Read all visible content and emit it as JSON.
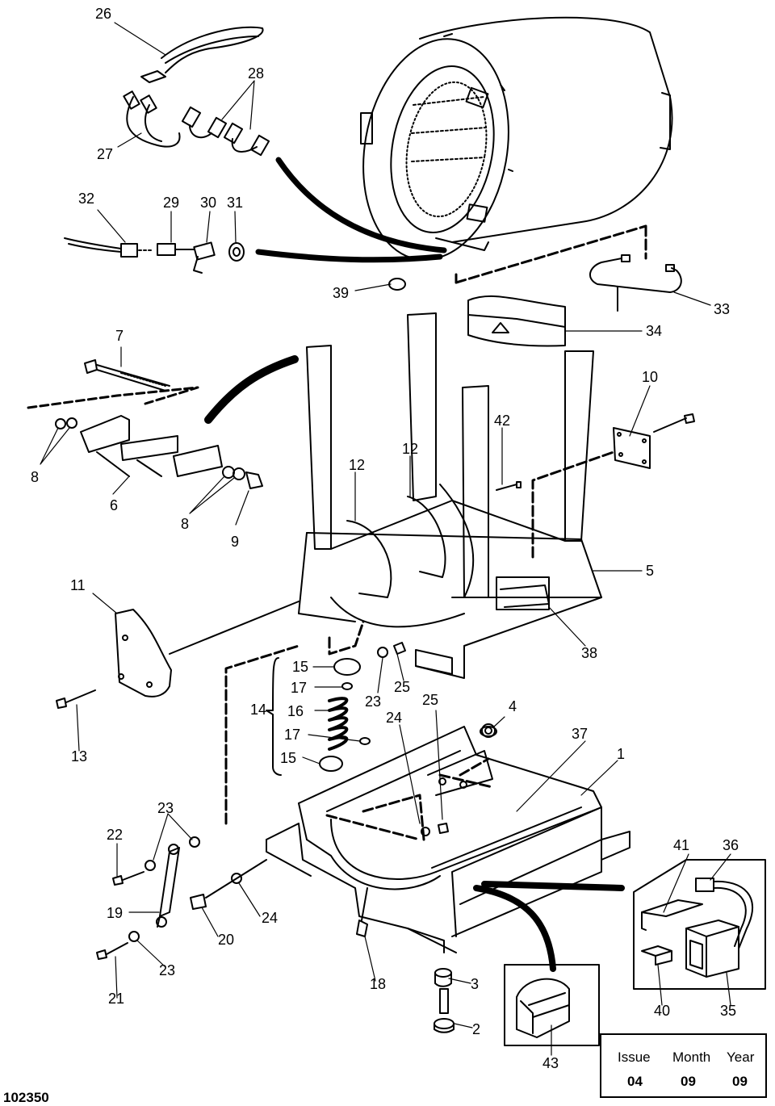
{
  "figure_id": "102350",
  "callouts": [
    "26",
    "28",
    "27",
    "32",
    "29",
    "30",
    "31",
    "39",
    "33",
    "7",
    "34",
    "10",
    "42",
    "12",
    "12",
    "8",
    "6",
    "8",
    "9",
    "5",
    "11",
    "38",
    "15",
    "17",
    "14",
    "16",
    "23",
    "25",
    "25",
    "24",
    "4",
    "37",
    "1",
    "13",
    "17",
    "15",
    "23",
    "22",
    "41",
    "36",
    "19",
    "24",
    "20",
    "23",
    "21",
    "18",
    "3",
    "40",
    "35",
    "2",
    "43"
  ],
  "issue_box": {
    "headers": [
      "Issue",
      "Month",
      "Year"
    ],
    "values": [
      "04",
      "09",
      "09"
    ]
  }
}
